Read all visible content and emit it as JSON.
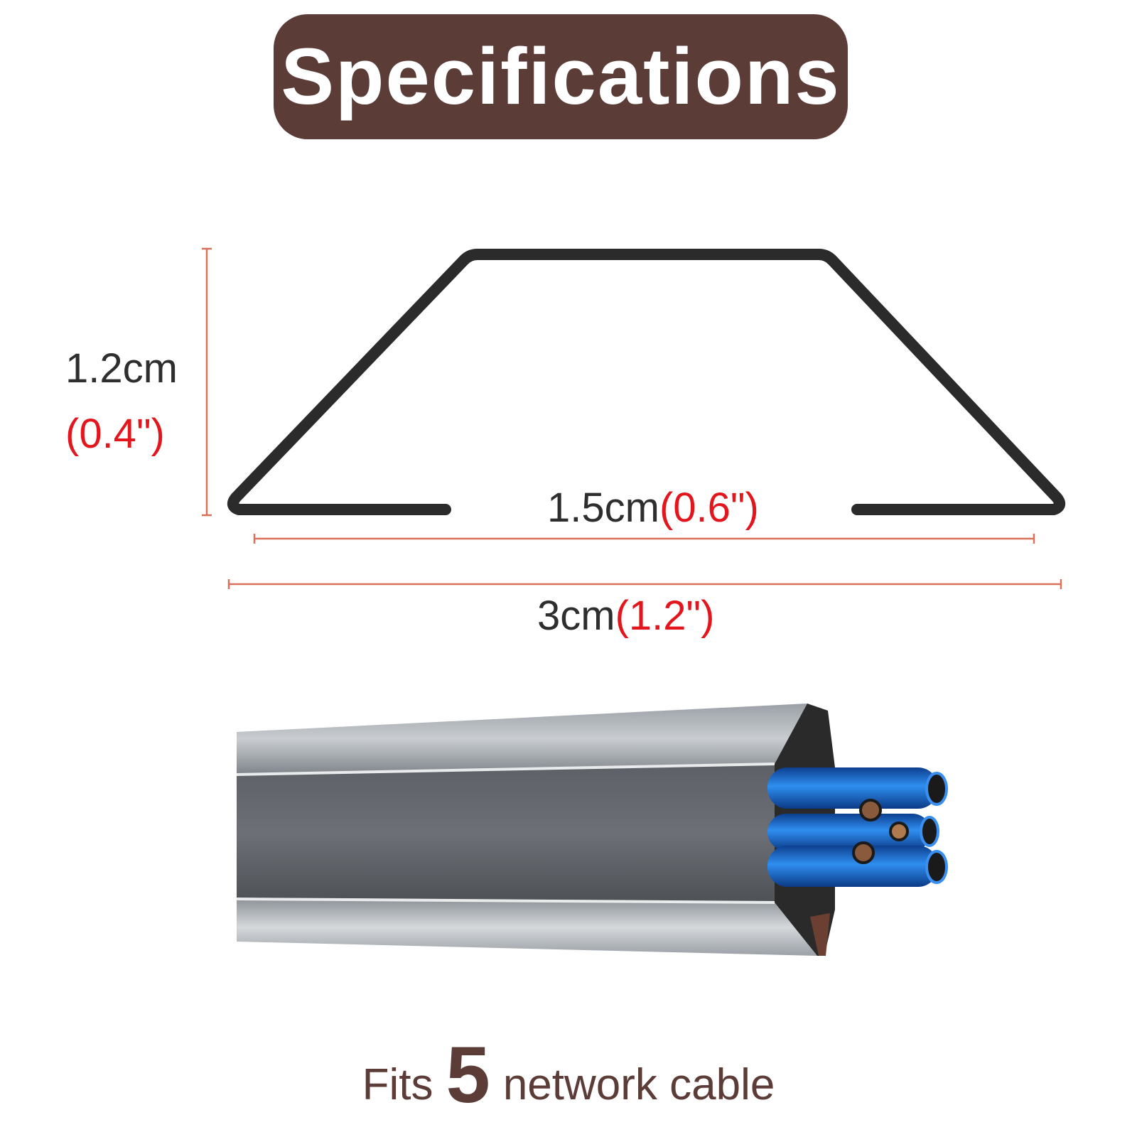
{
  "title": "Specifications",
  "height_dimension": {
    "metric": "1.2cm",
    "imperial": "(0.4\")"
  },
  "inner_width_dimension": {
    "metric": "1.5cm",
    "imperial": "(0.6\")"
  },
  "outer_width_dimension": {
    "metric": "3cm",
    "imperial": "(1.2\")"
  },
  "caption": {
    "prefix": "Fits",
    "count": "5",
    "suffix": "network cable"
  },
  "colors": {
    "badge": "#5b3c36",
    "dimension_line": "#d9705a",
    "imperial_text": "#e3151d",
    "metric_text": "#2e2e2e",
    "profile_outline": "#2b2b2b",
    "cable": "#1e6fd0"
  }
}
